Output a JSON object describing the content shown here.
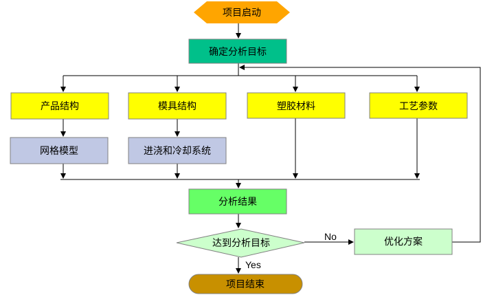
{
  "nodes": {
    "start": "项目启动",
    "define_goal": "确定分析目标",
    "product_structure": "产品结构",
    "mold_structure": "模具结构",
    "plastic_material": "塑胶材料",
    "process_params": "工艺参数",
    "mesh_model": "网格模型",
    "gating_cooling": "进浇和冷却系统",
    "analysis_result": "分析结果",
    "goal_reached": "达到分析目标",
    "optimize_plan": "优化方案",
    "end": "项目结束"
  },
  "edges": {
    "no": "No",
    "yes": "Yes"
  },
  "colors": {
    "start": "#ffa500",
    "define_goal": "#00c08a",
    "yellow": "#ffff00",
    "lavender": "#c0c8e4",
    "green": "#66ff66",
    "light_green": "#ccffcc",
    "end": "#c89000"
  }
}
